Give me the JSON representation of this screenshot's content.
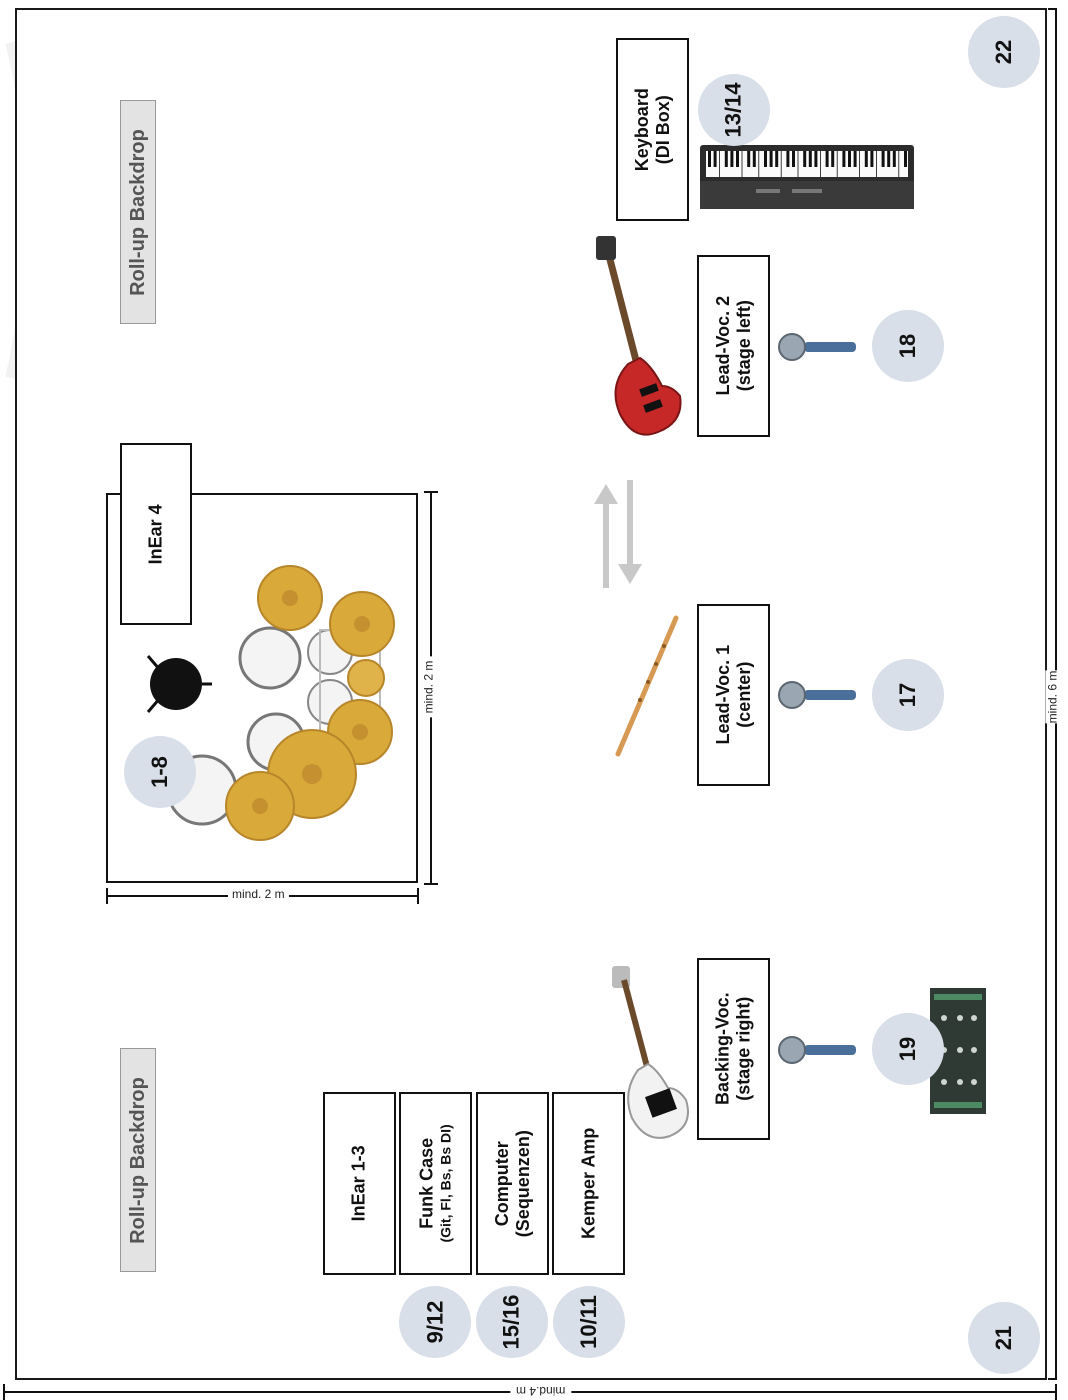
{
  "backdrops": {
    "top": "Roll-up Backdrop",
    "bottom": "Roll-up Backdrop"
  },
  "boxes": {
    "inear4": "InEar 4",
    "inear13": "InEar 1-3",
    "funk_title": "Funk Case",
    "funk_sub": "(Git, Fl, Bs, Bs DI)",
    "computer_l1": "Computer",
    "computer_l2": "(Sequenzen)",
    "kemper": "Kemper Amp",
    "backing_l1": "Backing-Voc.",
    "backing_l2": "(stage right)",
    "lead1_l1": "Lead-Voc. 1",
    "lead1_l2": "(center)",
    "lead2_l1": "Lead-Voc. 2",
    "lead2_l2": "(stage left)",
    "keyboard_l1": "Keyboard",
    "keyboard_l2": "(DI Box)"
  },
  "channels": {
    "drums": "1-8",
    "keyboard": "13/14",
    "lead2": "18",
    "lead1": "17",
    "backing": "19",
    "funk": "9/12",
    "computer": "15/16",
    "kemper": "10/11",
    "corner_top": "22",
    "corner_bottom": "21"
  },
  "dimensions": {
    "riser_width": "mind. 2 m",
    "riser_depth": "mind. 2 m",
    "stage_width": "mind. 6 m",
    "stage_depth": "mind.4 m"
  },
  "colors": {
    "channel_bubble": "#d8dfe8",
    "backdrop_fill": "#e3e3e3",
    "cymbal": "#d9a93a",
    "bass_body": "#c62828"
  }
}
